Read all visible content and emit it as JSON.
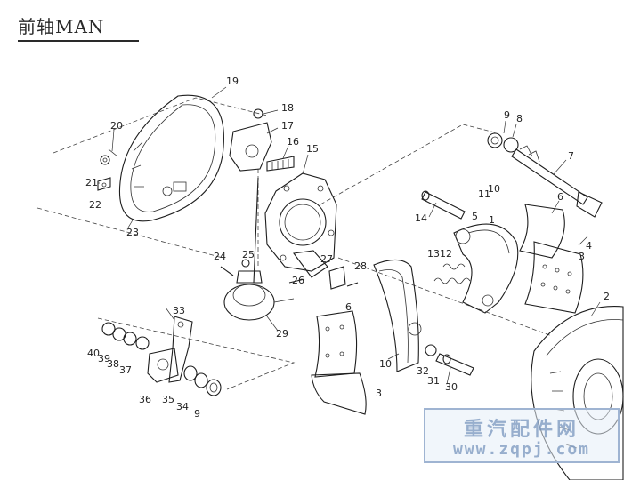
{
  "header": {
    "title": "前轴MAN"
  },
  "callouts": [
    {
      "text": "1"
    },
    {
      "text": "2"
    },
    {
      "text": "3"
    },
    {
      "text": "4"
    },
    {
      "text": "5"
    },
    {
      "text": "6"
    },
    {
      "text": "7"
    },
    {
      "text": "8"
    },
    {
      "text": "9"
    },
    {
      "text": "10"
    },
    {
      "text": "11"
    },
    {
      "text": "12"
    },
    {
      "text": "13"
    },
    {
      "text": "14"
    },
    {
      "text": "15"
    },
    {
      "text": "16"
    },
    {
      "text": "17"
    },
    {
      "text": "18"
    },
    {
      "text": "19"
    },
    {
      "text": "20"
    },
    {
      "text": "21"
    },
    {
      "text": "22"
    },
    {
      "text": "23"
    },
    {
      "text": "24"
    },
    {
      "text": "25"
    },
    {
      "text": "26"
    },
    {
      "text": "27"
    },
    {
      "text": "28"
    },
    {
      "text": "29"
    },
    {
      "text": "30"
    },
    {
      "text": "31"
    },
    {
      "text": "32"
    },
    {
      "text": "33"
    },
    {
      "text": "34"
    },
    {
      "text": "35"
    },
    {
      "text": "36"
    },
    {
      "text": "37"
    },
    {
      "text": "38"
    },
    {
      "text": "39"
    },
    {
      "text": "40"
    },
    {
      "text": "6"
    },
    {
      "text": "3"
    },
    {
      "text": "10"
    },
    {
      "text": "9"
    }
  ],
  "watermark": {
    "line1": "重汽配件网",
    "line2": "www.zqpj.com"
  }
}
